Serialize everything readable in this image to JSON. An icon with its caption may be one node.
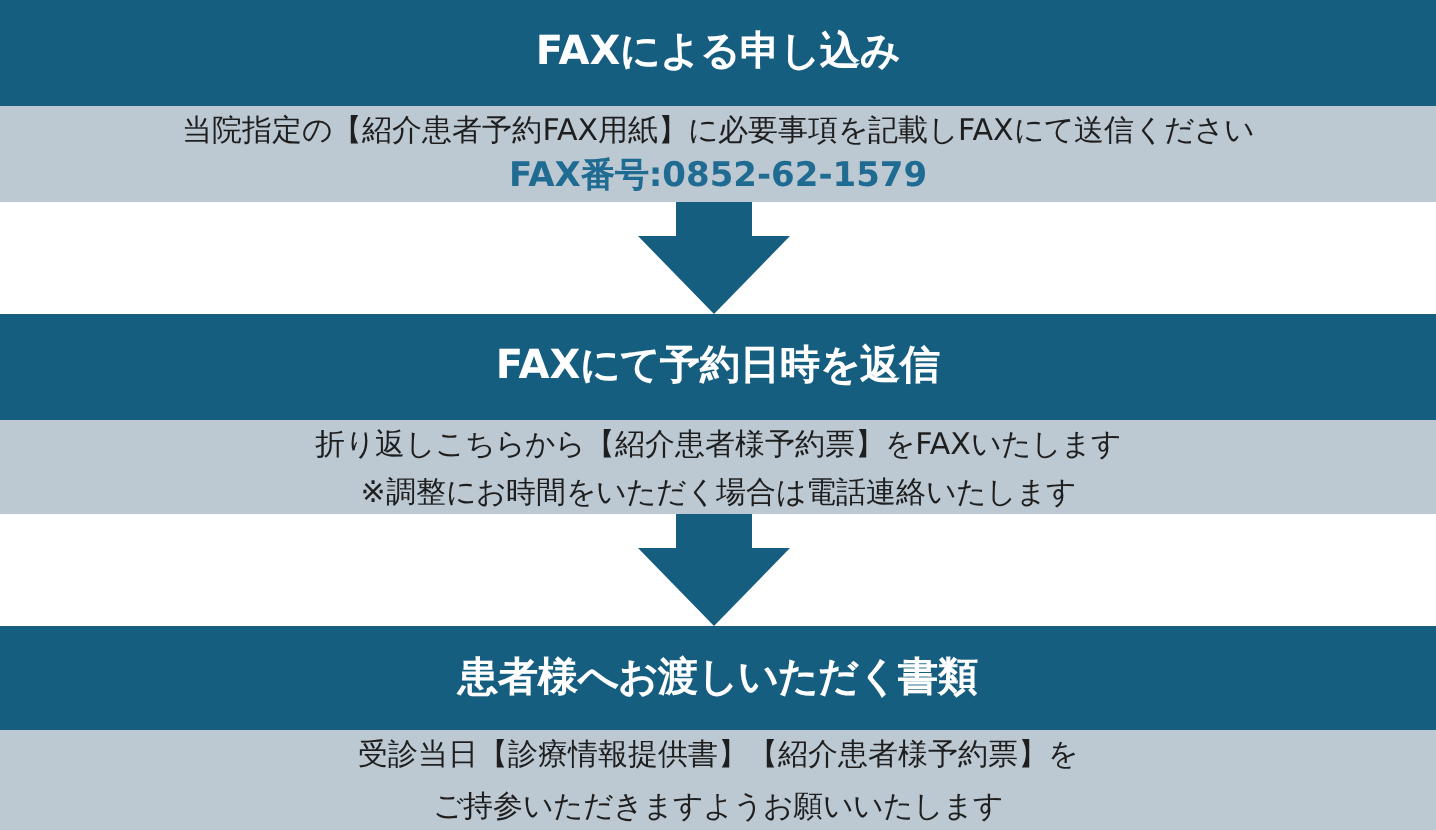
{
  "diagram": {
    "nodes": [
      {
        "text": [
          "FAXによる申し込み"
        ]
      },
      {
        "text": [
          "当院指定の【紹介患者予約FAX用紙】に必要事項を記載しFAXにて送信ください",
          "FAX番号:0852-62-1579"
        ]
      },
      {
        "text": [
          "FAXにて予約日時を返信"
        ]
      },
      {
        "text": [
          "折り返しこちらから【紹介患者様予約票】をFAXいたします",
          "※調整にお時間をいただく場合は電話連絡いたします"
        ]
      },
      {
        "text": [
          "患者様へお渡しいただく書類"
        ]
      },
      {
        "text": [
          "受診当日【診療情報提供書】【紹介患者様予約票】をご持参いただきますようお願いいたします"
        ]
      }
    ],
    "edges": [
      {
        "from": 1,
        "to": 2,
        "arrow": "to"
      },
      {
        "from": 3,
        "to": 4,
        "arrow": "to"
      }
    ]
  }
}
